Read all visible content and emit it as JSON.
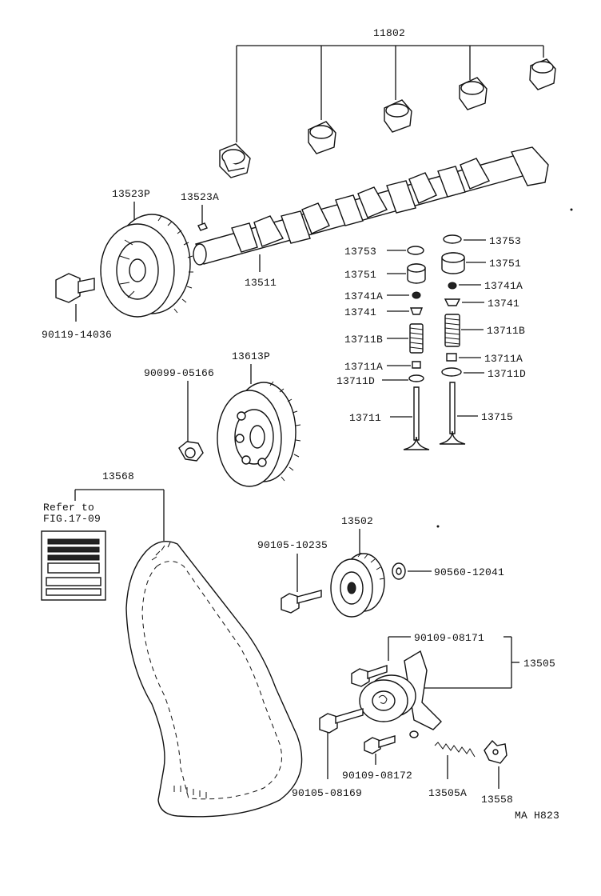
{
  "labels": {
    "p11802": "11802",
    "p13523P": "13523P",
    "p13523A": "13523A",
    "p90119": "90119-14036",
    "p13511": "13511",
    "p13753_l": "13753",
    "p13753_r": "13753",
    "p13751_l": "13751",
    "p13751_r": "13751",
    "p13741A_l": "13741A",
    "p13741A_r": "13741A",
    "p13741_l": "13741",
    "p13741_r": "13741",
    "p13711B_l": "13711B",
    "p13711B_r": "13711B",
    "p13711A_l": "13711A",
    "p13711A_r": "13711A",
    "p13711D_l": "13711D",
    "p13711D_r": "13711D",
    "p13711": "13711",
    "p13715": "13715",
    "p90099": "90099-05166",
    "p13613P": "13613P",
    "p13568": "13568",
    "refer_line1": "Refer to",
    "refer_line2": "FIG.17-09",
    "p13502": "13502",
    "p90105_10235": "90105-10235",
    "p90560": "90560-12041",
    "p90109_08171": "90109-08171",
    "p13505": "13505",
    "p90109_08172": "90109-08172",
    "p13505A": "13505A",
    "p90105_08169": "90105-08169",
    "p13558": "13558",
    "diagram_code": "MA H823"
  }
}
